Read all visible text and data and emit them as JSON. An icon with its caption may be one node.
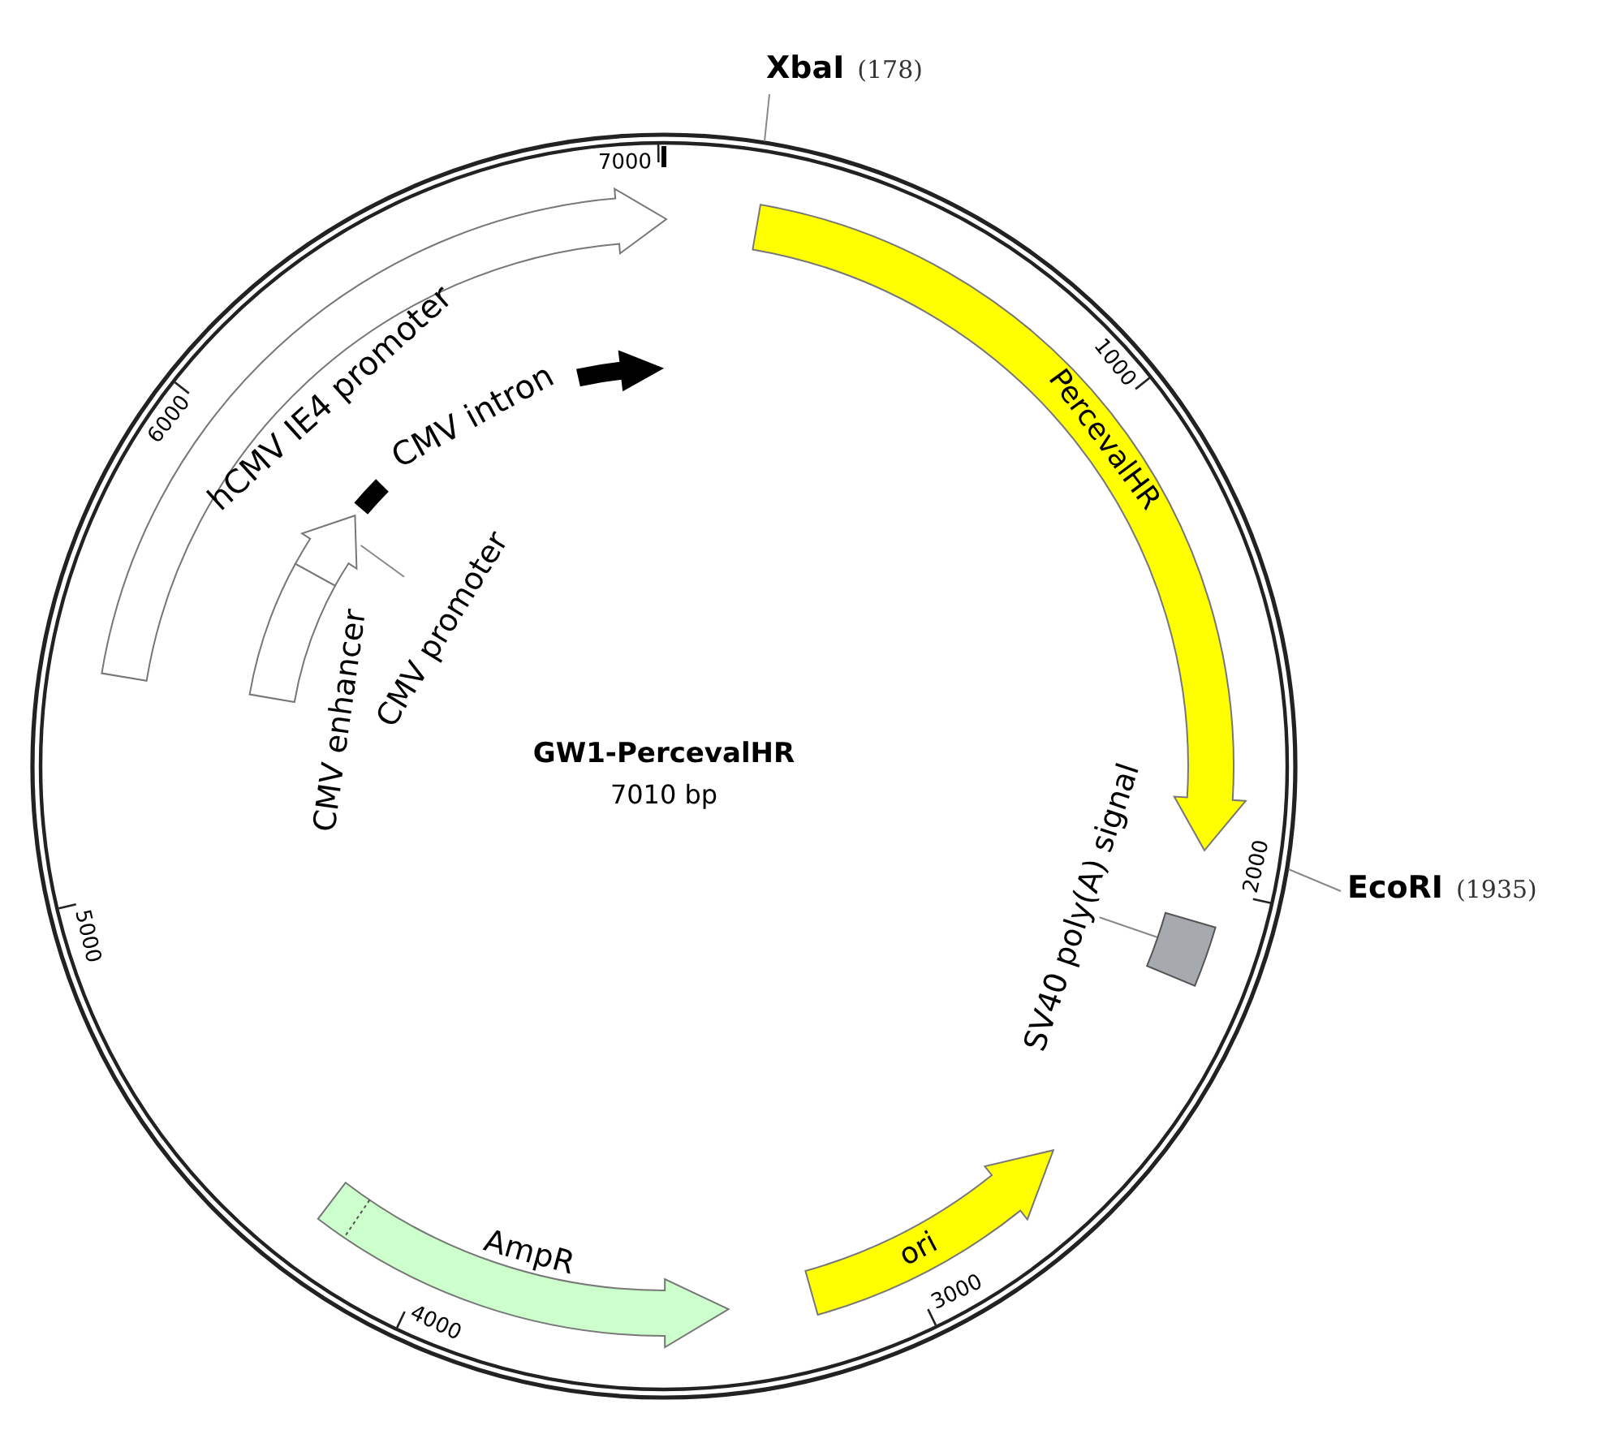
{
  "diagram": {
    "title": "GW1-PercevalHR",
    "nodes": [
      {
        "text": [
          "XbaI",
          "(178)"
        ]
      },
      {
        "text": [
          "hCMV IE4 promoter"
        ]
      },
      {
        "text": [
          "PercevalHR"
        ]
      },
      {
        "text": [
          "CMV intron"
        ]
      },
      {
        "text": [
          "CMV enhancer"
        ]
      },
      {
        "text": [
          "CMV promoter"
        ]
      },
      {
        "text": [],
        "shape": "arrow"
      },
      {
        "text": [
          "EcoRI",
          "(1935)"
        ]
      },
      {
        "text": [
          "SV40 poly(A) signal"
        ]
      },
      {
        "text": [],
        "shape": "box"
      },
      {
        "text": [
          "ori"
        ]
      },
      {
        "text": [
          "AmpR"
        ]
      }
    ],
    "edges": [
      {
        "from": 0,
        "to": null,
        "arrow": "none"
      },
      {
        "from": 7,
        "to": null,
        "arrow": "none"
      },
      {
        "from": 5,
        "to": 6,
        "arrow": "none"
      },
      {
        "from": 8,
        "to": 9,
        "arrow": "none"
      }
    ],
    "labels": [
      "7010 bp",
      "7000",
      "1000",
      "6000",
      "2000",
      "5000",
      "3000",
      "4000"
    ]
  }
}
